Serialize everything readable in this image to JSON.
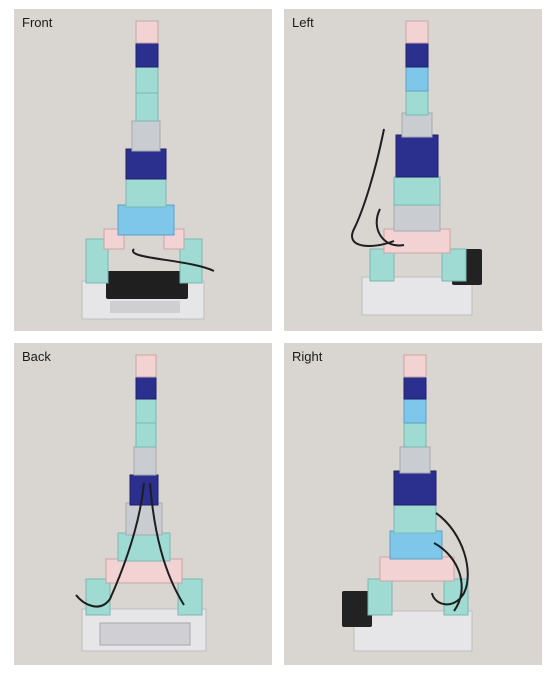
{
  "panels": {
    "front": {
      "label": "Front"
    },
    "left": {
      "label": "Left"
    },
    "back": {
      "label": "Back"
    },
    "right": {
      "label": "Right"
    }
  },
  "colors": {
    "background": "#d9d6d2",
    "teal_block": "#9fdad3",
    "light_blue_block": "#7ec6ea",
    "dark_blue_block": "#2b2f8e",
    "pink_block": "#f2d2d2",
    "white_block": "#eeeef0",
    "clear_block": "#c9cdd2",
    "battery_box": "#222222",
    "wire": "#1e1e1e"
  }
}
